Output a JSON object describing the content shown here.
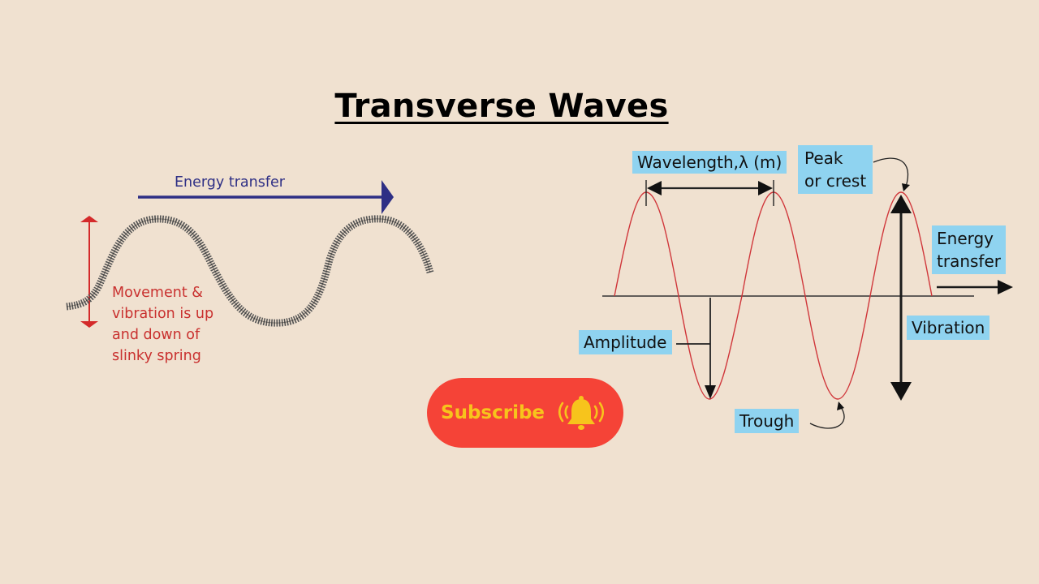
{
  "title": "Transverse Waves",
  "left_diagram": {
    "arrow_label": "Energy transfer",
    "arrow_color": "#2e2f85",
    "description_lines": [
      "Movement &",
      "vibration is up",
      "and down of",
      "slinky spring"
    ],
    "description_color": "#c9312f",
    "spring_color": "#333333"
  },
  "right_diagram": {
    "wave_color": "#d0363a",
    "label_bg": "#8fd3f0",
    "labels": {
      "wavelength": "Wavelength,λ (m)",
      "peak_line1": "Peak",
      "peak_line2": "or crest",
      "energy_line1": "Energy",
      "energy_line2": "transfer",
      "amplitude": "Amplitude",
      "vibration": "Vibration",
      "trough": "Trough"
    }
  },
  "subscribe_button": {
    "label": "Subscribe",
    "icon": "bell-ringing-icon",
    "bg_color": "#f54337",
    "fg_color": "#f7c41c"
  }
}
